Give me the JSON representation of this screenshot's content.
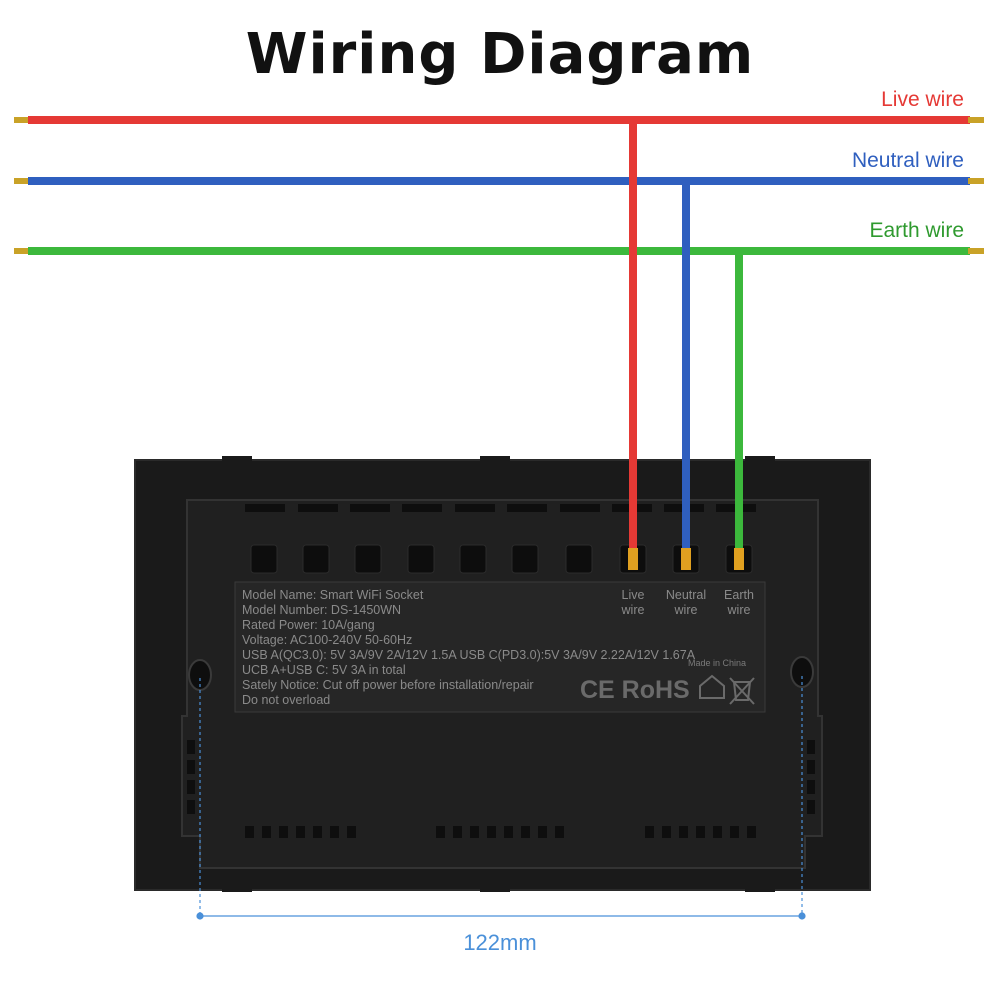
{
  "title": "Wiring Diagram",
  "wires": {
    "live": {
      "label": "Live wire",
      "color": "#e53935"
    },
    "neutral": {
      "label": "Neutral wire",
      "color": "#2f5fbf"
    },
    "earth": {
      "label": "Earth wire",
      "color": "#3cb83c"
    }
  },
  "terminals": [
    {
      "line1": "Live",
      "line2": "wire"
    },
    {
      "line1": "Neutral",
      "line2": "wire"
    },
    {
      "line1": "Earth",
      "line2": "wire"
    }
  ],
  "spec_plate": {
    "lines": [
      "Model Name: Smart WiFi Socket",
      "Model Number: DS-1450WN",
      "Rated Power: 10A/gang",
      "Voltage: AC100-240V 50-60Hz",
      "USB A(QC3.0): 5V 3A/9V 2A/12V 1.5A USB C(PD3.0):5V 3A/9V 2.22A/12V 1.67A",
      "UCB A+USB C: 5V 3A in total",
      "Sately Notice: Cut off power before installation/repair",
      "Do not overload"
    ],
    "made_in": "Made in China",
    "cert_marks": "CE RoHS",
    "cert_icons": [
      "house-icon",
      "crossed-bin-icon"
    ]
  },
  "dimension": {
    "label": "122mm",
    "color": "#4a90d9"
  }
}
